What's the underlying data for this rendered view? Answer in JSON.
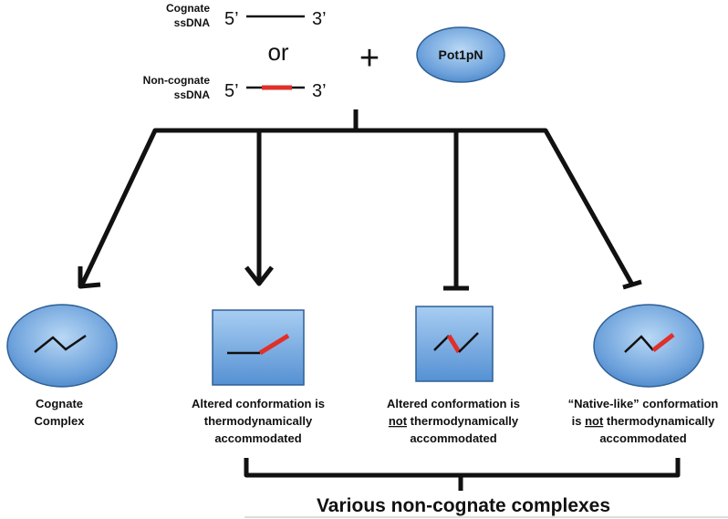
{
  "inputs": {
    "cognate_label_line1": "Cognate",
    "cognate_label_line2": "ssDNA",
    "noncognate_label_line1": "Non-cognate",
    "noncognate_label_line2": "ssDNA",
    "five_prime": "5’",
    "three_prime": "3’",
    "or_text": "or",
    "plus_text": "+",
    "protein_label": "Pot1pN"
  },
  "outcomes": [
    {
      "line1": "Cognate",
      "line2": "Complex",
      "line3": ""
    },
    {
      "line1": "Altered conformation is",
      "line2": "thermodynamically",
      "line3": "accommodated"
    },
    {
      "line1": "Altered conformation is",
      "line2_pre": "",
      "line2_ul": "not",
      "line2_post": " thermodynamically",
      "line3": "accommodated"
    },
    {
      "line1": "“Native-like” conformation",
      "line2_pre": "is ",
      "line2_ul": "not",
      "line2_post": " thermodynamically",
      "line3": "accommodated"
    }
  ],
  "group_label": "Various non-cognate complexes",
  "colors": {
    "shape_fill_light": "#a9cdf0",
    "shape_fill_dark": "#4a86c8",
    "shape_stroke": "#2e5f95",
    "noncognate_segment": "#e0302a",
    "line": "#111111"
  }
}
